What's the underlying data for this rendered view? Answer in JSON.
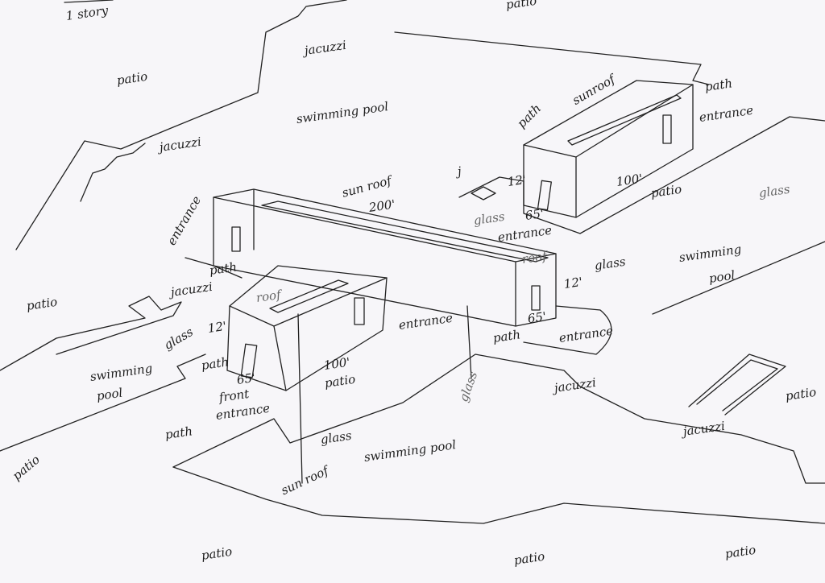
{
  "title": "1 story",
  "labels": [
    "1 story",
    "patio",
    "jacuzzi",
    "patio",
    "sunroof",
    "path",
    "path",
    "entrance",
    "swimming pool",
    "jacuzzi",
    "j",
    "12'",
    "100'",
    "patio",
    "glass",
    "sun roof",
    "entrance",
    "200'",
    "glass",
    "65'",
    "entrance",
    "path",
    "roof",
    "glass",
    "swimming",
    "pool",
    "12'",
    "jacuzzi",
    "roof",
    "patio",
    "glass",
    "12'",
    "entrance",
    "path",
    "65'",
    "entrance",
    "path",
    "swimming",
    "pool",
    "100'",
    "patio",
    "65'",
    "front",
    "entrance",
    "jacuzzi",
    "glass",
    "patio",
    "path",
    "jacuzzi",
    "glass",
    "swimming pool",
    "patio",
    "sun roof",
    "patio",
    "patio",
    "patio"
  ]
}
